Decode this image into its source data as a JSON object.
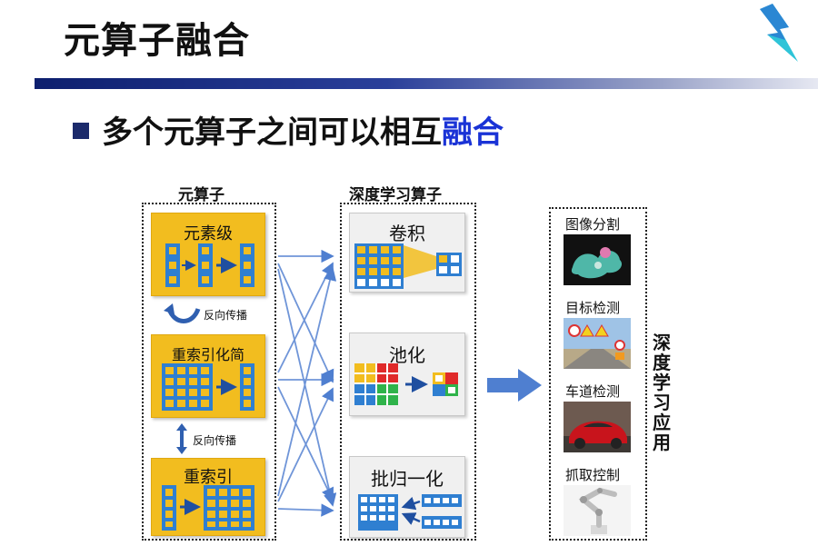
{
  "title": "元算子融合",
  "bullet": {
    "text": "多个元算子之间可以相互",
    "highlight": "融合"
  },
  "columns": {
    "meta": "元算子",
    "dl": "深度学习算子",
    "apps_vertical": "深度学习应用"
  },
  "meta_ops": [
    "元素级",
    "重索引化简",
    "重索引"
  ],
  "backprop_label": "反向传播",
  "dl_ops": [
    "卷积",
    "池化",
    "批归一化"
  ],
  "apps": [
    "图像分割",
    "目标检测",
    "车道检测",
    "抓取控制"
  ],
  "colors": {
    "accent_blue": "#1a33d6",
    "grid_blue": "#2f7fd1",
    "meta_yellow": "#f2bd1f",
    "arrow_blue": "#4f7fd0",
    "title_bar": "#0d1f6e"
  },
  "icons": [
    "logo-icon",
    "bullet-square-icon",
    "backprop-curve-arrow-icon",
    "backprop-double-arrow-icon",
    "right-arrow-icon"
  ]
}
